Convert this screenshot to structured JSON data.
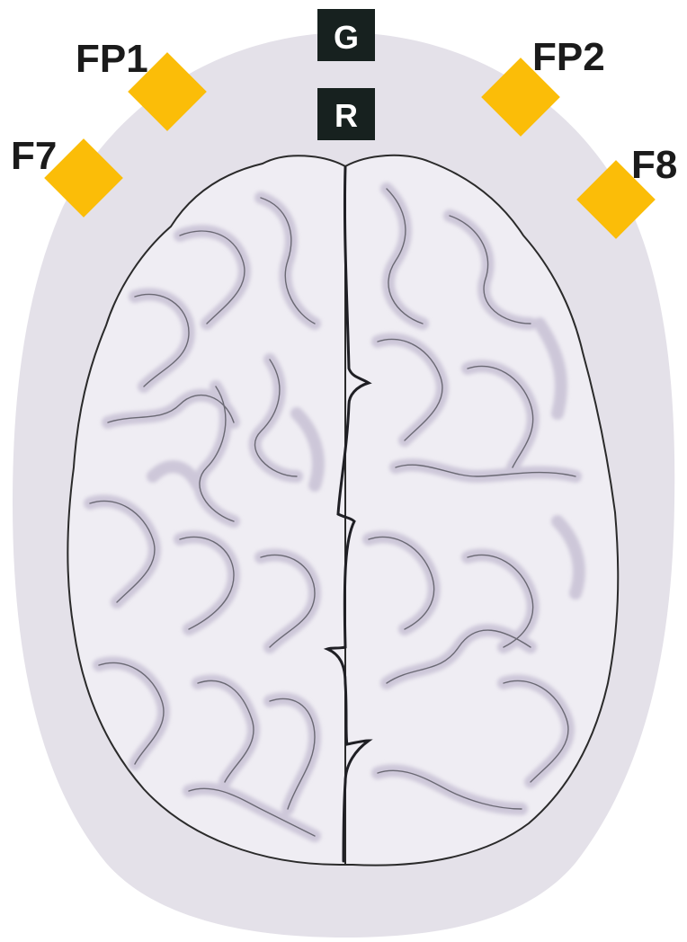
{
  "colors": {
    "background": "#ffffff",
    "head": "#e4e1e9",
    "brain_fill": "#efedf3",
    "brain_outline": "#2a2a2a",
    "gyri_shadow": "#cdc7d9",
    "electrode": "#fbbd08",
    "reference_box": "#17211f",
    "reference_text": "#ffffff",
    "label_text": "#1b1b1b"
  },
  "electrodes": [
    {
      "id": "fp1",
      "label": "FP1"
    },
    {
      "id": "fp2",
      "label": "FP2"
    },
    {
      "id": "f7",
      "label": "F7"
    },
    {
      "id": "f8",
      "label": "F8"
    }
  ],
  "reference_markers": [
    {
      "id": "ground",
      "label": "G"
    },
    {
      "id": "reference",
      "label": "R"
    }
  ],
  "illustration": {
    "view": "superior view",
    "icon": "brain-icon"
  }
}
